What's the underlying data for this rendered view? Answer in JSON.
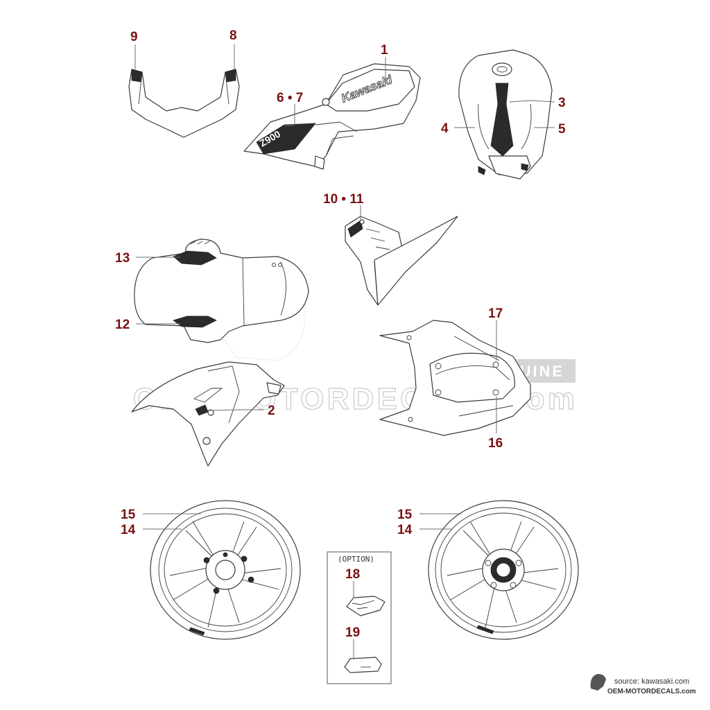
{
  "callouts": {
    "c1": "1",
    "c2": "2",
    "c3": "3",
    "c4": "4",
    "c5": "5",
    "c67": "6 • 7",
    "c8": "8",
    "c9": "9",
    "c1011": "10 • 11",
    "c12": "12",
    "c13": "13",
    "c14a": "14",
    "c15a": "15",
    "c14b": "14",
    "c15b": "15",
    "c16": "16",
    "c17": "17",
    "c18": "18",
    "c19": "19"
  },
  "option_label": "(OPTION)",
  "decals": {
    "brand": "Kawasaki",
    "model": "Z900"
  },
  "watermark": {
    "site": "OEM-MOTORDECALS.com",
    "genuine": "GENUINE"
  },
  "credit": {
    "source": "source: kawasaki.com",
    "site": "OEM-MOTORDECALS.com"
  },
  "colors": {
    "callout": "#7a1111",
    "line": "#3a3a3a",
    "watermark": "#c9c9c9"
  }
}
